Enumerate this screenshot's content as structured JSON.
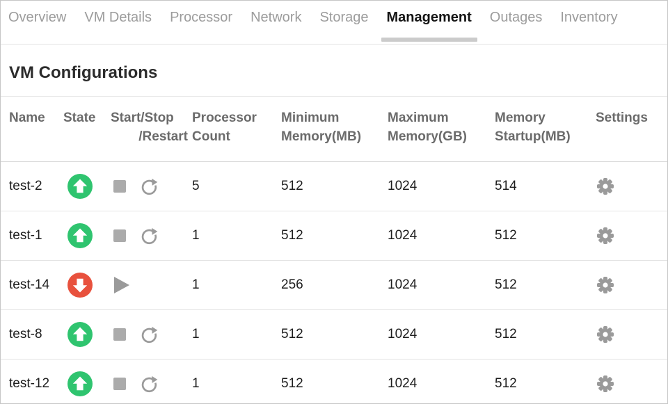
{
  "tabs": {
    "items": [
      {
        "label": "Overview",
        "active": false
      },
      {
        "label": "VM Details",
        "active": false
      },
      {
        "label": "Processor",
        "active": false
      },
      {
        "label": "Network",
        "active": false
      },
      {
        "label": "Storage",
        "active": false
      },
      {
        "label": "Management",
        "active": true
      },
      {
        "label": "Outages",
        "active": false
      },
      {
        "label": "Inventory",
        "active": false
      }
    ]
  },
  "section": {
    "title": "VM Configurations"
  },
  "table": {
    "columns": [
      {
        "id": "name",
        "lines": [
          "Name"
        ]
      },
      {
        "id": "state",
        "lines": [
          "State"
        ]
      },
      {
        "id": "actions",
        "lines": [
          "Start/Stop",
          "/Restart"
        ]
      },
      {
        "id": "processor",
        "lines": [
          "Processor",
          "Count"
        ]
      },
      {
        "id": "minmem",
        "lines": [
          "Minimum",
          "Memory(MB)"
        ]
      },
      {
        "id": "maxmem",
        "lines": [
          "Maximum",
          "Memory(GB)"
        ]
      },
      {
        "id": "startupmem",
        "lines": [
          "Memory",
          "Startup(MB)"
        ]
      },
      {
        "id": "settings",
        "lines": [
          "Settings"
        ]
      }
    ],
    "rows": [
      {
        "name": "test-2",
        "state": "up",
        "actions": [
          "stop",
          "restart"
        ],
        "processor_count": "5",
        "min_memory_mb": "512",
        "max_memory_gb": "1024",
        "memory_startup_mb": "514",
        "settings": "gear"
      },
      {
        "name": "test-1",
        "state": "up",
        "actions": [
          "stop",
          "restart"
        ],
        "processor_count": "1",
        "min_memory_mb": "512",
        "max_memory_gb": "1024",
        "memory_startup_mb": "512",
        "settings": "gear"
      },
      {
        "name": "test-14",
        "state": "down",
        "actions": [
          "start"
        ],
        "processor_count": "1",
        "min_memory_mb": "256",
        "max_memory_gb": "1024",
        "memory_startup_mb": "512",
        "settings": "gear"
      },
      {
        "name": "test-8",
        "state": "up",
        "actions": [
          "stop",
          "restart"
        ],
        "processor_count": "1",
        "min_memory_mb": "512",
        "max_memory_gb": "1024",
        "memory_startup_mb": "512",
        "settings": "gear"
      },
      {
        "name": "test-12",
        "state": "up",
        "actions": [
          "stop",
          "restart"
        ],
        "processor_count": "1",
        "min_memory_mb": "512",
        "max_memory_gb": "1024",
        "memory_startup_mb": "512",
        "settings": "gear"
      }
    ]
  },
  "icons": {
    "state_up": "circle-arrow-up",
    "state_down": "circle-arrow-down",
    "stop": "square",
    "restart": "circular-arrow",
    "start": "triangle-right",
    "settings": "gear"
  },
  "colors": {
    "state_up": "#2fc46f",
    "state_down": "#e8513d",
    "action_icon_gray": "#9a9a9a",
    "stop_square_gray": "#ababab",
    "active_tab_underline": "#cbcbcb",
    "header_text": "#6b6b6b",
    "body_text": "#1d1d1d"
  }
}
